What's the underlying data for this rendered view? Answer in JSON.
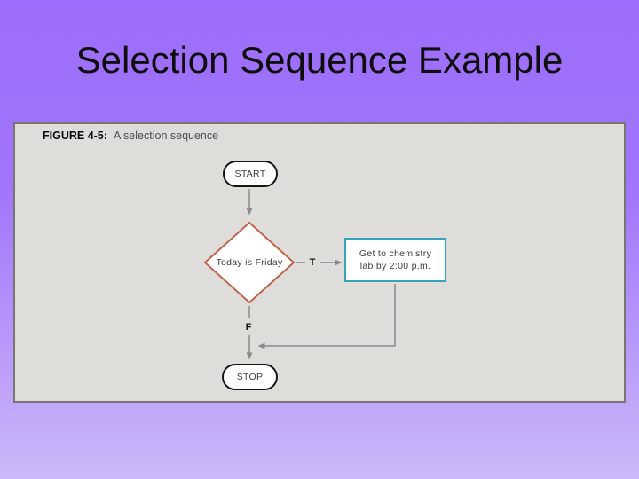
{
  "slide": {
    "title": "Selection Sequence Example"
  },
  "figure": {
    "label": "FIGURE 4-5:",
    "caption": "A selection sequence",
    "flowchart": {
      "start": {
        "label": "START"
      },
      "decision": {
        "label": "Today is Friday"
      },
      "true_branch": {
        "label": "T"
      },
      "false_branch": {
        "label": "F"
      },
      "process": {
        "lines": [
          "Get to chemistry",
          "lab by 2:00 p.m."
        ]
      },
      "stop": {
        "label": "STOP"
      }
    },
    "colors": {
      "decision_border": "#c0634a",
      "process_border": "#36a4bd",
      "connector": "#8a8a8a",
      "terminal_border": "#151515",
      "panel_background": "#dfddda",
      "panel_border": "#787672",
      "background_top": "#9c6dfa",
      "background_bottom": "#ccb8f9",
      "title_color": "#0e0e0e"
    }
  }
}
